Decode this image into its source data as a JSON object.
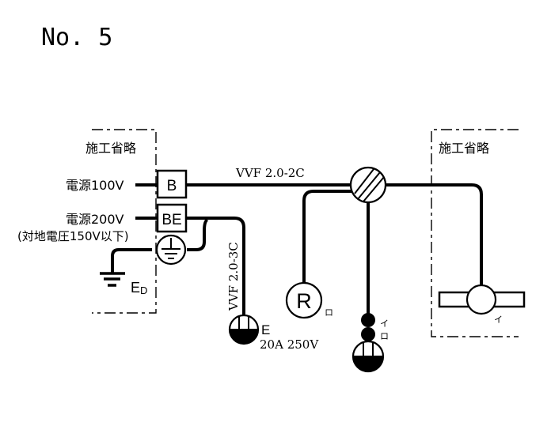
{
  "title": "No. 5",
  "omitted_label": "施工省略",
  "sources": {
    "v100": "電源100V",
    "v200": "電源200V",
    "v200_note": "(対地電圧150V以下)"
  },
  "breaker_100": "B",
  "breaker_200": "BE",
  "ground_label_main": "E",
  "ground_label_sub": "D",
  "cables": {
    "main": "VVF 2.0-2C",
    "outlet_200": "VVF 2.0-3C"
  },
  "outlet_200": {
    "mark": "E",
    "rating": "20A 250V"
  },
  "receptacle_lamp": {
    "symbol": "R",
    "label": "ロ"
  },
  "switches": {
    "upper": "イ",
    "lower": "ロ"
  },
  "fluorescent_label": "イ"
}
